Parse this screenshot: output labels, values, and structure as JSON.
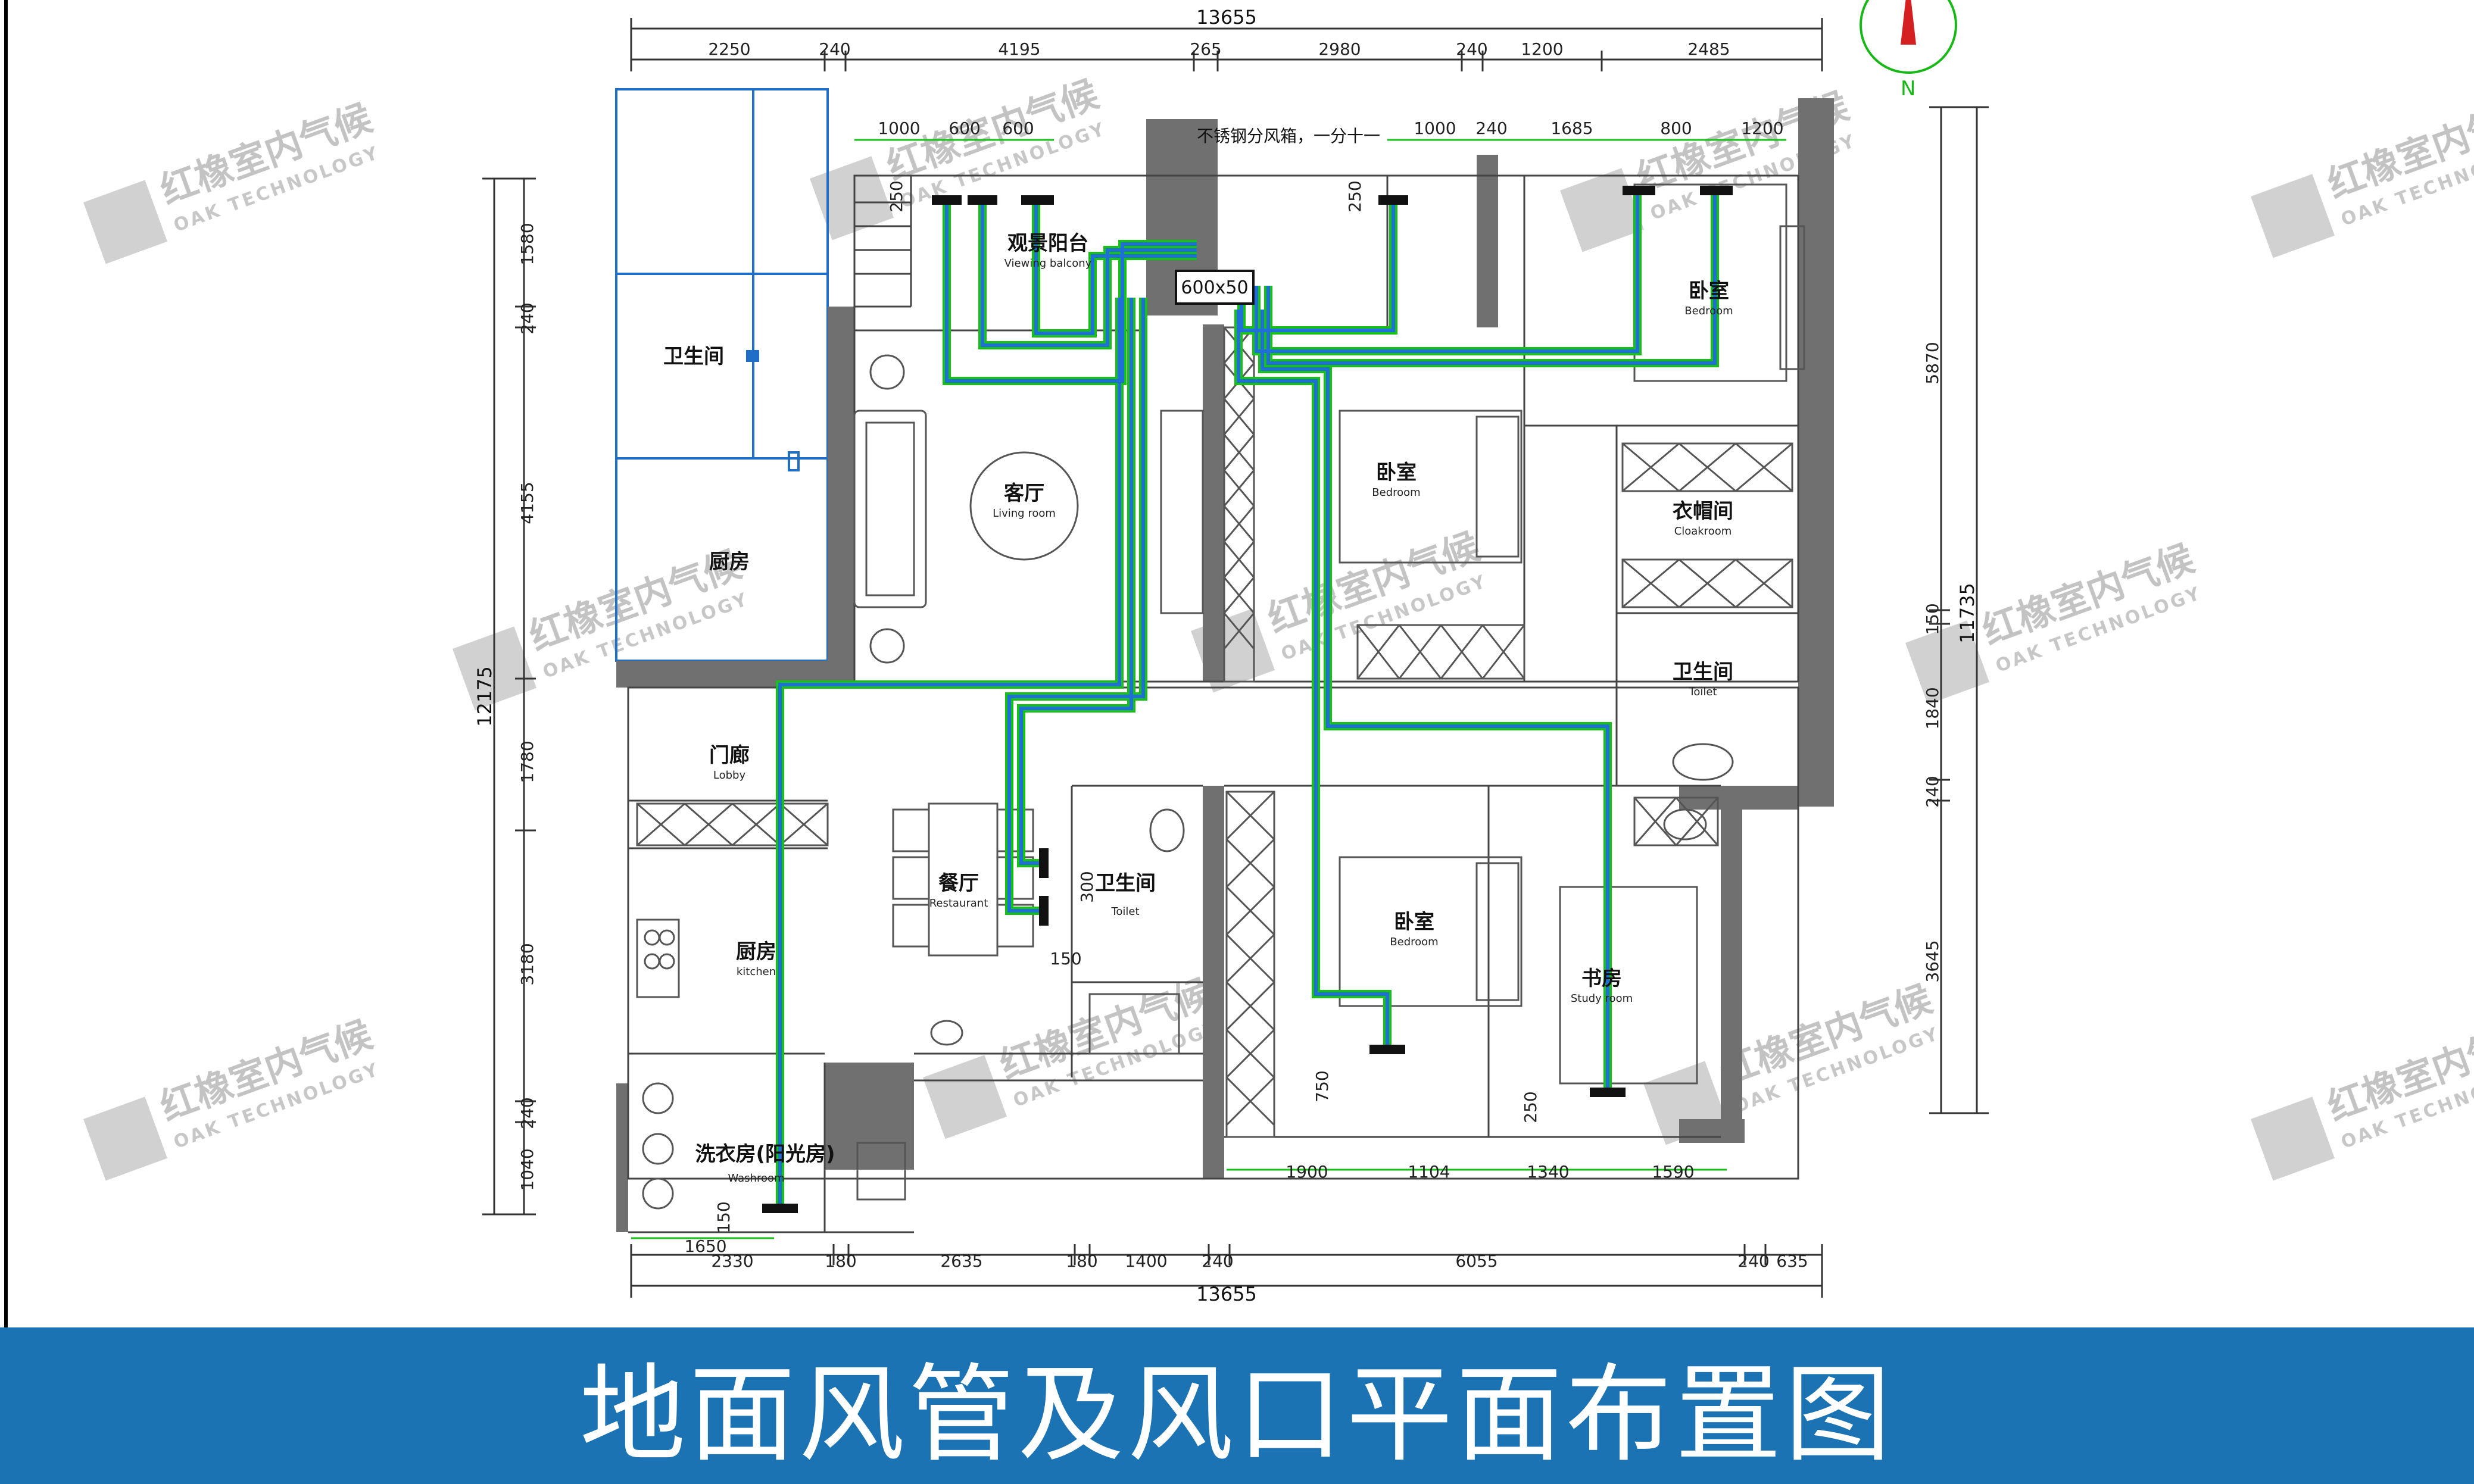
{
  "title": "地面风管及风口平面布置图",
  "compass": {
    "label": "N",
    "icon": "north-arrow-icon"
  },
  "colors": {
    "duct": "#1e6fd8",
    "duct_outline": "#18c018",
    "wall": "#707070",
    "title_bar": "#1b73b3",
    "grid": "#1f6ec8"
  },
  "watermark": {
    "cn": "红橡室内气候",
    "en": "OAK TECHNOLOGY"
  },
  "dimensions": {
    "top_total": "13655",
    "top_segments": [
      "2250",
      "240",
      "4195",
      "265",
      "2980",
      "240",
      "1200",
      "2485"
    ],
    "bottom_total": "13655",
    "bottom_segments": [
      "2330",
      "180",
      "2635",
      "180",
      "1400",
      "240",
      "6055",
      "240",
      "635"
    ],
    "left_total": "12175",
    "left_segments": [
      "1580",
      "240",
      "4155",
      "1780",
      "3180",
      "240",
      "1040"
    ],
    "right_total": "11735",
    "right_segments": [
      "5870",
      "150",
      "1840",
      "240",
      "3645"
    ]
  },
  "duct_dimensions": {
    "top_row_left": [
      "1000",
      "600",
      "600"
    ],
    "top_row_right": [
      "1000",
      "240",
      "1685",
      "800",
      "1200"
    ],
    "balcony_drop": "250",
    "bedroom_drop": "250",
    "manifold_size": "600x50",
    "toilet_left": "300",
    "toilet_bottom": "150",
    "bedroom2_left": "750",
    "study_left": "250",
    "laundry_left": "150",
    "laundry_bottom": "1650",
    "bottom_row": [
      "1900",
      "1104",
      "1340",
      "1590"
    ]
  },
  "note": "不锈钢分风箱，一分十一",
  "rooms": {
    "viewing_balcony": {
      "cn": "观景阳台",
      "en": "Viewing balcony"
    },
    "bathroom_a": {
      "cn": "卫生间"
    },
    "kitchen_a": {
      "cn": "厨房"
    },
    "living_room": {
      "cn": "客厅",
      "en": "Living room"
    },
    "bedroom_master": {
      "cn": "卧室",
      "en": "Bedroom"
    },
    "bedroom_mid": {
      "cn": "卧室",
      "en": "Bedroom"
    },
    "cloakroom": {
      "cn": "衣帽间",
      "en": "Cloakroom"
    },
    "toilet_right": {
      "cn": "卫生间",
      "en": "Toilet"
    },
    "lobby": {
      "cn": "门廊",
      "en": "Lobby"
    },
    "restaurant": {
      "cn": "餐厅",
      "en": "Restaurant"
    },
    "toilet_mid": {
      "cn": "卫生间",
      "en": "Toilet"
    },
    "kitchen_b": {
      "cn": "厨房",
      "en": "kitchen"
    },
    "bedroom_lower": {
      "cn": "卧室",
      "en": "Bedroom"
    },
    "study": {
      "cn": "书房",
      "en": "Study room"
    },
    "washroom": {
      "cn": "洗衣房(阳光房)",
      "en": "Washroom"
    }
  }
}
